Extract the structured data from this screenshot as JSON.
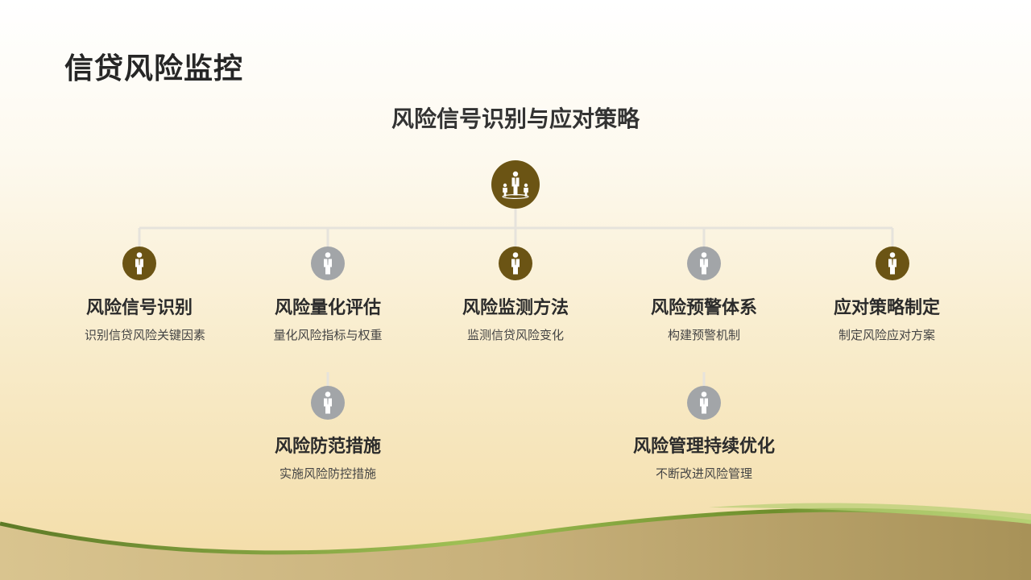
{
  "page": {
    "title": "信贷风险监控"
  },
  "diagram": {
    "title": "风险信号识别与应对策略",
    "root": {
      "icon": "presenter-with-people-icon",
      "color": "#6b5414"
    },
    "nodes": [
      {
        "id": "signal-identification",
        "label": "风险信号识别",
        "desc": "识别信贷风险关键因素",
        "icon": "person-icon",
        "color": "#6b5414"
      },
      {
        "id": "quantitative-assessment",
        "label": "风险量化评估",
        "desc": "量化风险指标与权重",
        "icon": "person-icon",
        "color": "#a2a5a8"
      },
      {
        "id": "monitoring-methods",
        "label": "风险监测方法",
        "desc": "监测信贷风险变化",
        "icon": "person-icon",
        "color": "#6b5414"
      },
      {
        "id": "early-warning",
        "label": "风险预警体系",
        "desc": "构建预警机制",
        "icon": "person-icon",
        "color": "#a2a5a8"
      },
      {
        "id": "response-strategy",
        "label": "应对策略制定",
        "desc": "制定风险应对方案",
        "icon": "person-icon",
        "color": "#6b5414"
      },
      {
        "id": "prevention-measures",
        "label": "风险防范措施",
        "desc": "实施风险防控措施",
        "icon": "person-icon",
        "color": "#a2a5a8"
      },
      {
        "id": "continuous-optimization",
        "label": "风险管理持续优化",
        "desc": "不断改进风险管理",
        "icon": "person-icon",
        "color": "#a2a5a8"
      }
    ]
  }
}
